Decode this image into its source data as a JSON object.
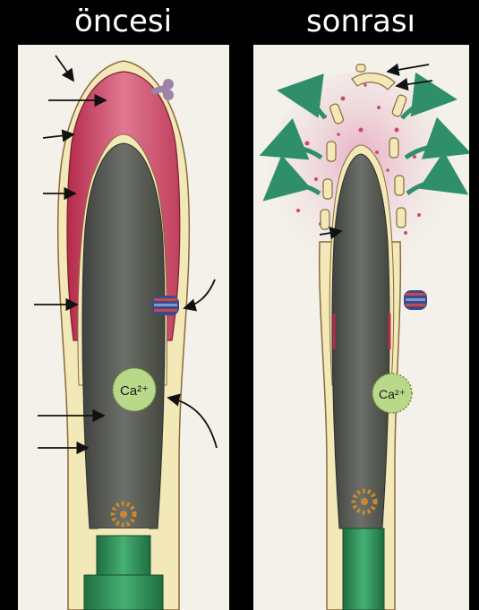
{
  "labels": {
    "before": "öncesi",
    "after": "sonrası",
    "ca_before": "Ca²⁺",
    "ca_after": "Ca²⁺"
  },
  "colors": {
    "background": "#000000",
    "title_text": "#ffffff",
    "membrane": "#f2e8b8",
    "acrosome": "#c9405e",
    "nucleus": "#5a5d58",
    "calcium_ion": "#b9d98a",
    "flagellum": "#2f8f58",
    "released_enzymes": "#d06a8a",
    "release_arrow": "#2e8f6a"
  },
  "icons": [
    "ca-channel-icon",
    "mitochondrion-icon",
    "receptor-icon"
  ]
}
